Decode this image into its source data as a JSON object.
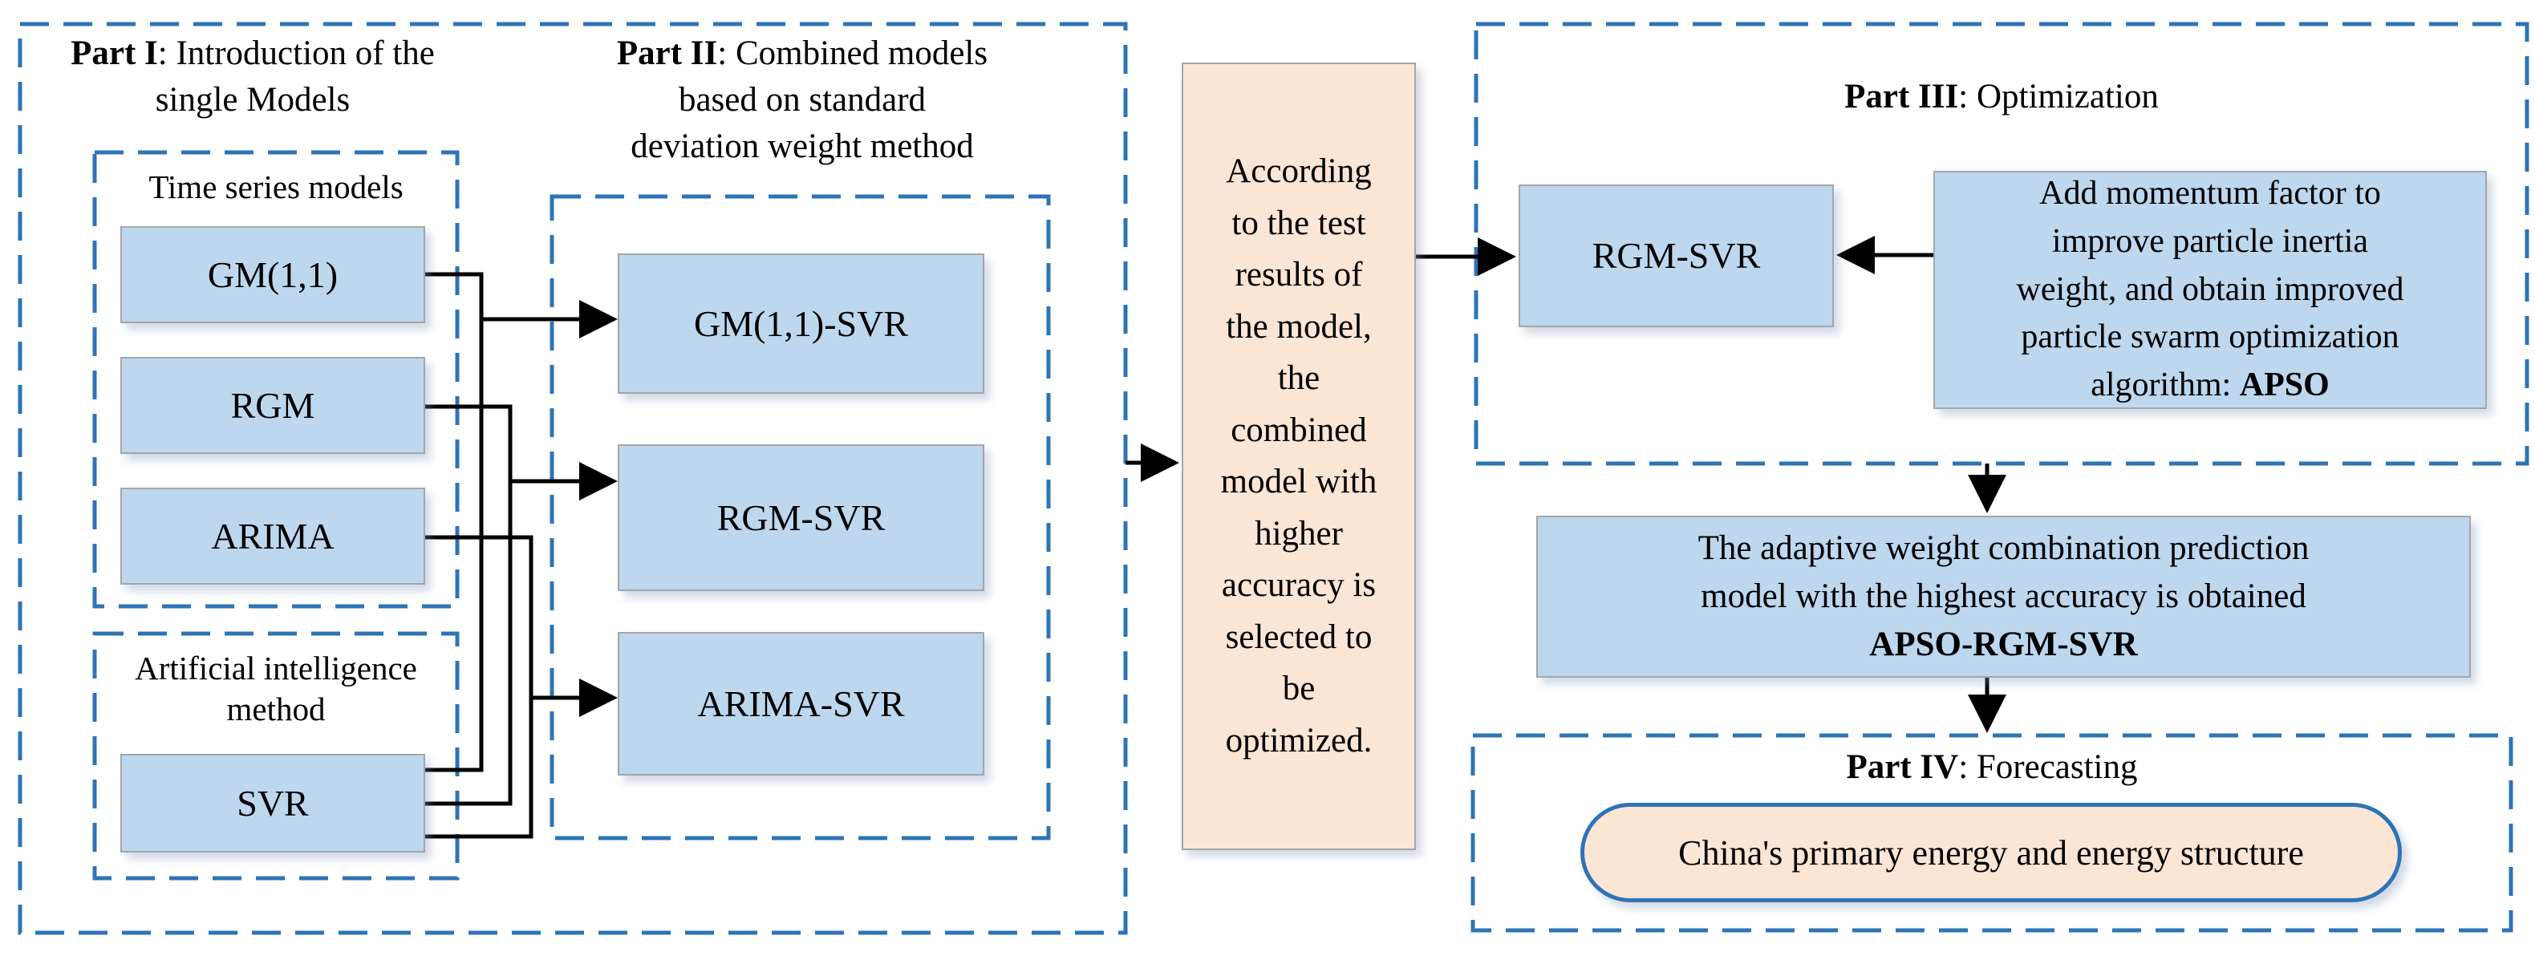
{
  "colors": {
    "frame_dash": "#2e74b5",
    "box_blue": "#bdd7ee",
    "box_orange": "#fbe5d5",
    "connector": "#000000",
    "box_border": "#a6a6a6"
  },
  "part1": {
    "title": {
      "bold": "Part I",
      "rest": ": Introduction of the",
      "line2": "single Models"
    },
    "time_series": {
      "label": "Time series models",
      "models": [
        "GM(1,1)",
        "RGM",
        "ARIMA"
      ]
    },
    "ai": {
      "label_lines": [
        "Artificial intelligence",
        "method"
      ],
      "models": [
        "SVR"
      ]
    }
  },
  "part2": {
    "title": {
      "bold": "Part II",
      "rest": ": Combined models",
      "line2": "based on standard",
      "line3": "deviation weight method"
    },
    "models": [
      "GM(1,1)-SVR",
      "RGM-SVR",
      "ARIMA-SVR"
    ]
  },
  "selection_note": {
    "text": "According to the test results of the model, the combined model with higher accuracy is selected to be optimized.",
    "lines": [
      "According",
      "to the test",
      "results of",
      "the model,",
      "the",
      "combined",
      "model with",
      "higher",
      "accuracy is",
      "selected to",
      "be",
      "optimized."
    ]
  },
  "part3": {
    "title": {
      "bold": "Part III",
      "rest": ": Optimization"
    },
    "model": "RGM-SVR",
    "apso": {
      "lines": [
        "Add momentum factor to",
        "improve particle inertia",
        "weight, and obtain improved",
        "particle swarm optimization"
      ],
      "last_line": "algorithm: ",
      "bold": "APSO"
    }
  },
  "result_box": {
    "lines": [
      "The adaptive weight combination prediction",
      "model with the highest accuracy is obtained"
    ],
    "bold": "APSO-RGM-SVR"
  },
  "part4": {
    "title": {
      "bold": "Part IV",
      "rest": ": Forecasting"
    },
    "target": "China's primary energy and energy structure"
  }
}
